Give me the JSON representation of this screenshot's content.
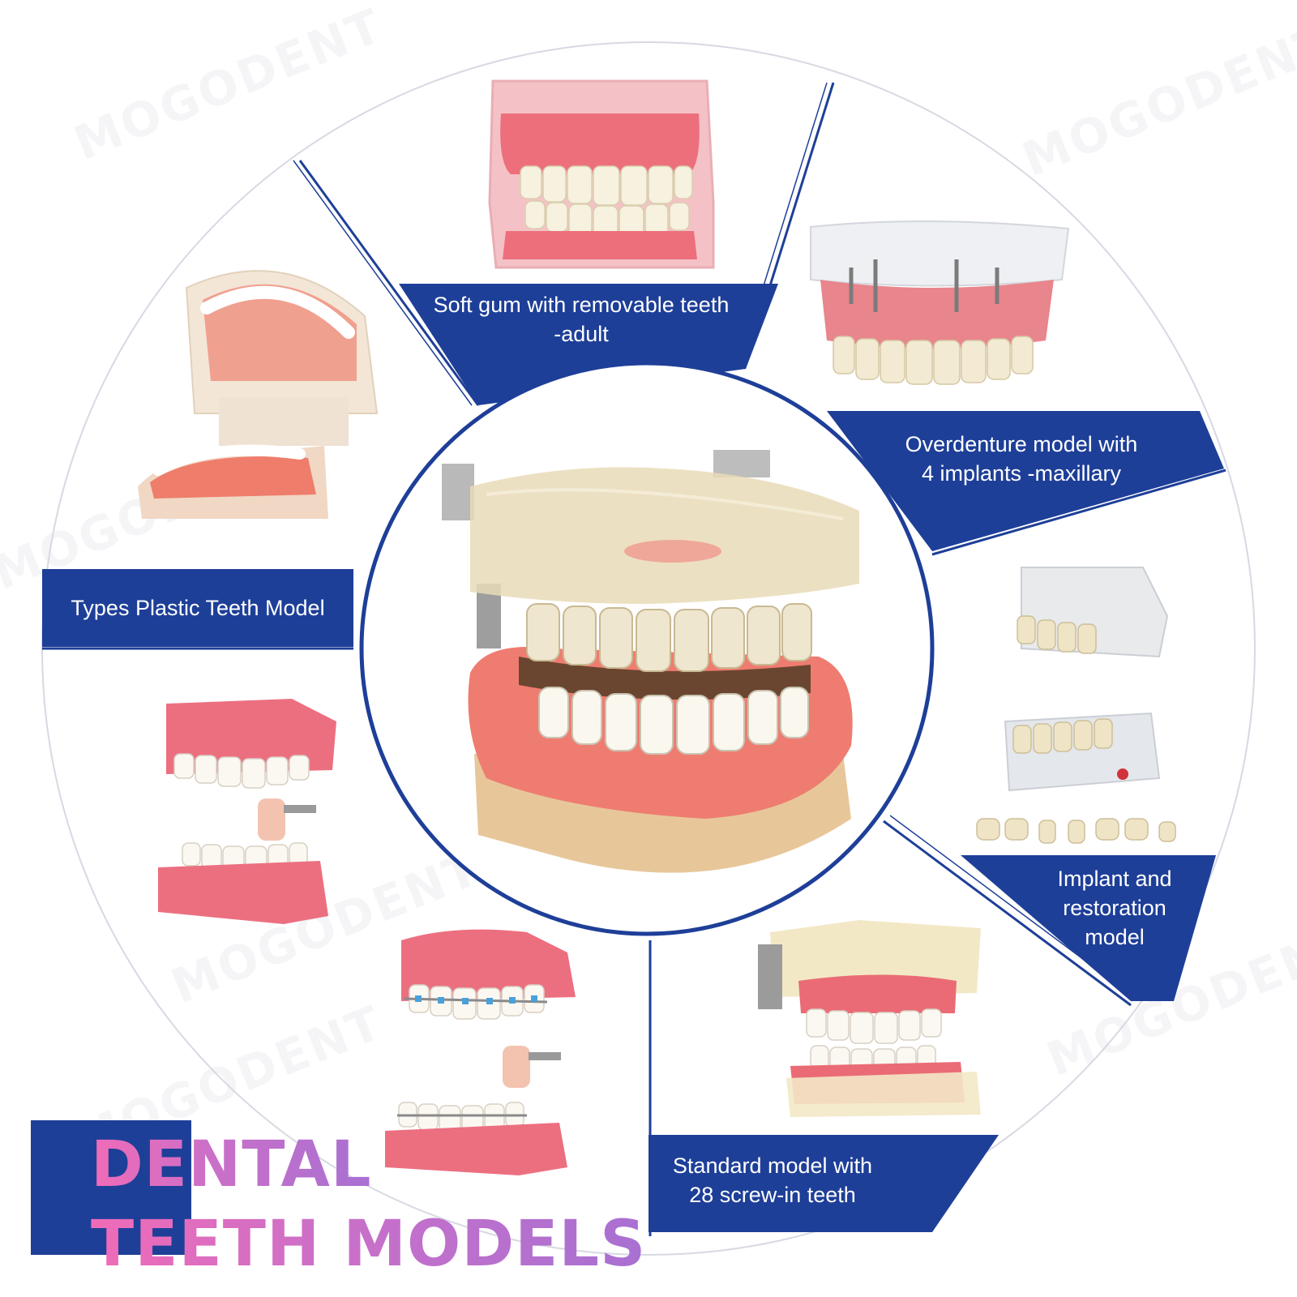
{
  "watermark_text": "MOGODENT",
  "brand_colors": {
    "panel": "#1e3f98",
    "line": "#1e3f98",
    "gum": "#ec7c7c",
    "tooth": "#f6f1e6"
  },
  "labels": {
    "soft_gum": {
      "line1": "Soft gum with removable teeth",
      "line2": "-adult"
    },
    "overdenture": {
      "line1": "Overdenture model with",
      "line2": "4 implants -maxillary"
    },
    "types_plastic": {
      "line1": "Types Plastic Teeth Model"
    },
    "implant_restoration": {
      "line1": "Implant and",
      "line2": "restoration",
      "line3": "model"
    },
    "standard_model": {
      "line1": "Standard model with",
      "line2": "28 screw-in teeth"
    }
  },
  "title": {
    "line1": "DENTAL",
    "line2": "TEETH MODELS"
  }
}
